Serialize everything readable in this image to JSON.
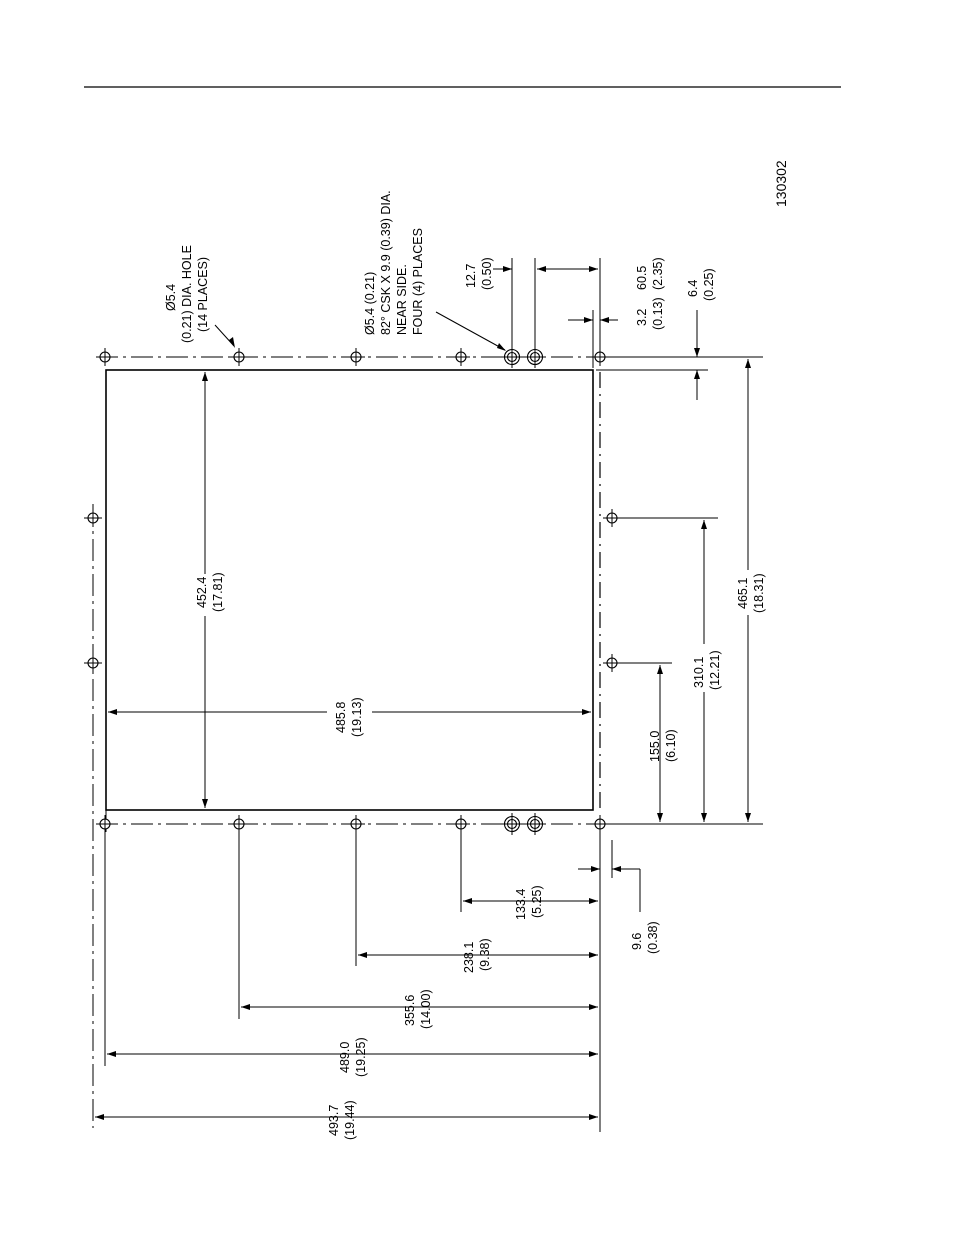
{
  "figure_id": "130302",
  "notes": {
    "through_hole": [
      "Ø5.4",
      "(0.21) DIA. HOLE",
      "(14 PLACES)"
    ],
    "csk_hole": [
      "Ø5.4 (0.21)",
      "82° CSK X 9.9 (0.39) DIA.",
      "NEAR SIDE.",
      "FOUR (4) PLACES"
    ]
  },
  "dimensions": {
    "d_452_4": {
      "mm": "452.4",
      "in": "(17.81)"
    },
    "d_485_8": {
      "mm": "485.8",
      "in": "(19.13)"
    },
    "d_465_1": {
      "mm": "465.1",
      "in": "(18.31)"
    },
    "d_310_1": {
      "mm": "310.1",
      "in": "(12.21)"
    },
    "d_155_0": {
      "mm": "155.0",
      "in": "(6.10)"
    },
    "d_12_7": {
      "mm": "12.7",
      "in": "(0.50)"
    },
    "d_60_5": {
      "mm": "60.5",
      "in": "(2.35)"
    },
    "d_3_2": {
      "mm": "3.2",
      "in": "(0.13)"
    },
    "d_6_4": {
      "mm": "6.4",
      "in": "(0.25)"
    },
    "d_133_4": {
      "mm": "133.4",
      "in": "(5.25)"
    },
    "d_238_1": {
      "mm": "238.1",
      "in": "(9.38)"
    },
    "d_355_6": {
      "mm": "355.6",
      "in": "(14.00)"
    },
    "d_489_0": {
      "mm": "489.0",
      "in": "(19.25)"
    },
    "d_493_7": {
      "mm": "493.7",
      "in": "(19.44)"
    },
    "d_9_6": {
      "mm": "9.6",
      "in": "(0.38)"
    }
  }
}
